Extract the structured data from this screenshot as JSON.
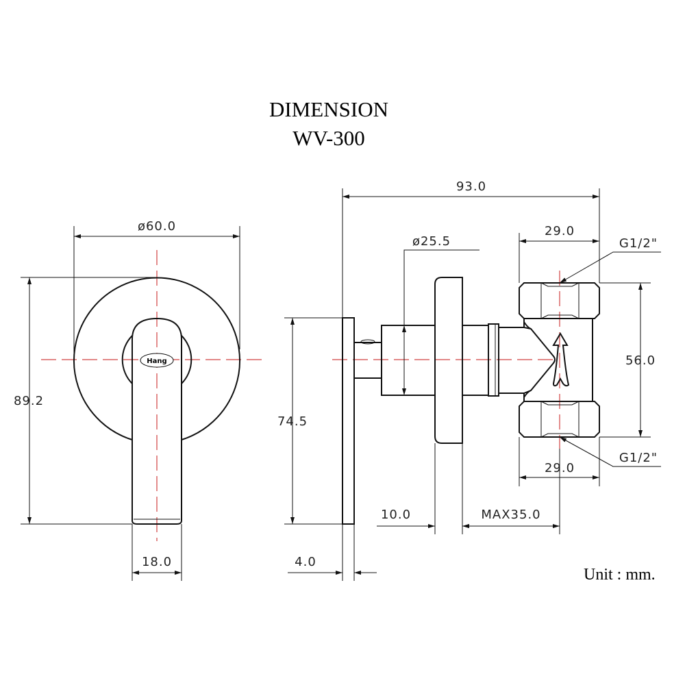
{
  "title": {
    "line1": "DIMENSION",
    "line2": "WV-300"
  },
  "logo_text": "Hang",
  "unit_label": "Unit : mm.",
  "dimensions": {
    "overall_depth": "93.0",
    "plate_diameter": "ø60.0",
    "overall_height": "89.2",
    "handle_width": "18.0",
    "body_diameter": "ø25.5",
    "plate_height": "74.5",
    "plate_thickness": "4.0",
    "flange_offset": "10.0",
    "max_wall_depth": "MAX35.0",
    "nut_width_top": "29.0",
    "nut_width_bottom": "29.0",
    "port_spacing": "56.0",
    "thread_top": "G1/2\"",
    "thread_bottom": "G1/2\""
  },
  "colors": {
    "centerline": "#d04040",
    "line": "#111111"
  }
}
